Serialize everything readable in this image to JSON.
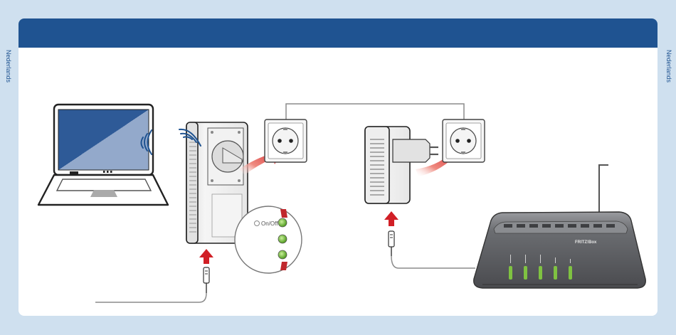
{
  "side_label_left": "Nederlands",
  "side_label_right": "Nederlands",
  "callout_on_off_label": "On/Off",
  "router_brand": "FRITZ!Box",
  "colors": {
    "page_background": "#cfe0ef",
    "header_blue": "#1f5391",
    "arrow_red": "#d11f26",
    "led_green": "#7fc241",
    "screen_blue": "#2e5a97",
    "router_grey": "#707276"
  },
  "icons": [
    "laptop-icon",
    "wlan-powerline-adapter-icon",
    "wall-socket-icon",
    "powerline-adapter-icon",
    "router-icon",
    "network-cable-icon",
    "arrow-up-icon",
    "led-callout-icon"
  ]
}
